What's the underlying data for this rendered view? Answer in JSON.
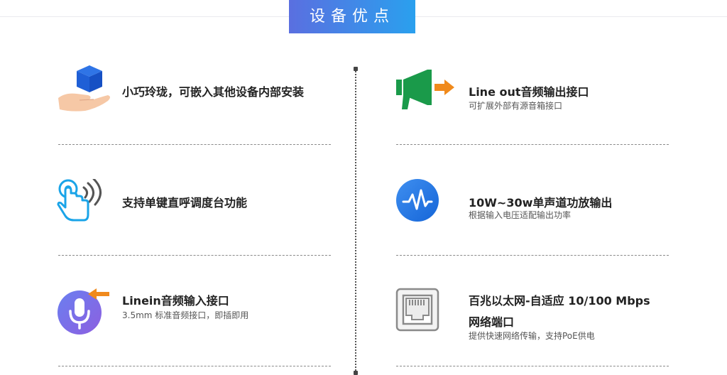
{
  "header": {
    "title": "设备优点"
  },
  "features": [
    {
      "title": "小巧玲珑，可嵌入其他设备内部安装"
    },
    {
      "title": "支持单键直呼调度台功能"
    },
    {
      "title": "Linein音频输入接口",
      "subtitle": "3.5mm 标准音频接口，即插即用"
    },
    {
      "title": "Line out音频输出接口",
      "subtitle": "可扩展外部有源音箱接口"
    },
    {
      "title": "10W~30w单声道功放输出",
      "subtitle": "根据输入电压适配输出功率"
    },
    {
      "title_line1": "百兆以太网-自适应 10/100 Mbps",
      "title_line2": "网络端口",
      "subtitle": "提供快速网络传输，支持PoE供电"
    }
  ],
  "icons": [
    "box-on-hand-icon",
    "touch-call-icon",
    "microphone-icon",
    "megaphone-icon",
    "audio-wave-icon",
    "ethernet-port-icon"
  ],
  "colors": {
    "banner_start": "#5a6fe0",
    "banner_end": "#2aa0ee",
    "accent_orange": "#f08a1c",
    "megaphone_green": "#1a9a4a"
  }
}
